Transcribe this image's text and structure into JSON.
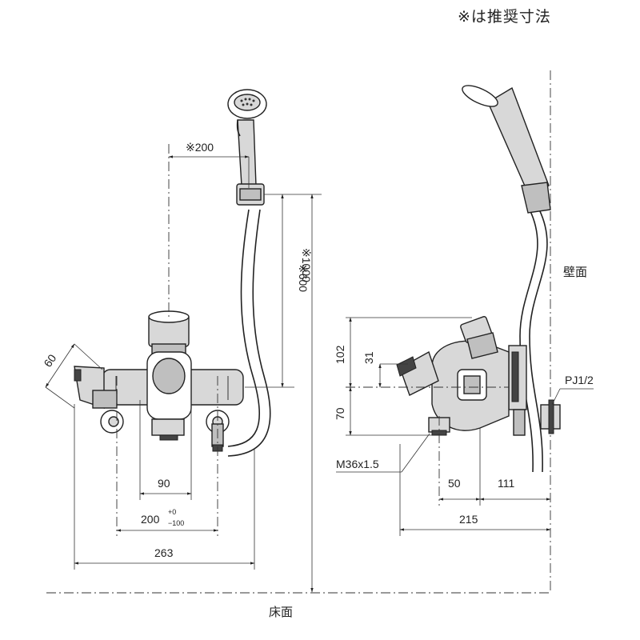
{
  "note": "※は推奨寸法",
  "labels": {
    "wall": "壁面",
    "floor": "床面",
    "pipe_thread": "PJ1/2",
    "nut_thread": "M36x1.5"
  },
  "front_view": {
    "dim_head_offset": "※200",
    "dim_hook_height": "※600",
    "dim_head_height": "※1000",
    "dim_body_depth": "60",
    "dim_center_90": "90",
    "dim_pitch": "200",
    "dim_pitch_tol_plus": "+0",
    "dim_pitch_tol_minus": "−100",
    "dim_overall_width": "263"
  },
  "side_view": {
    "dim_102": "102",
    "dim_31": "31",
    "dim_70": "70",
    "dim_50": "50",
    "dim_111": "111",
    "dim_215": "215"
  }
}
